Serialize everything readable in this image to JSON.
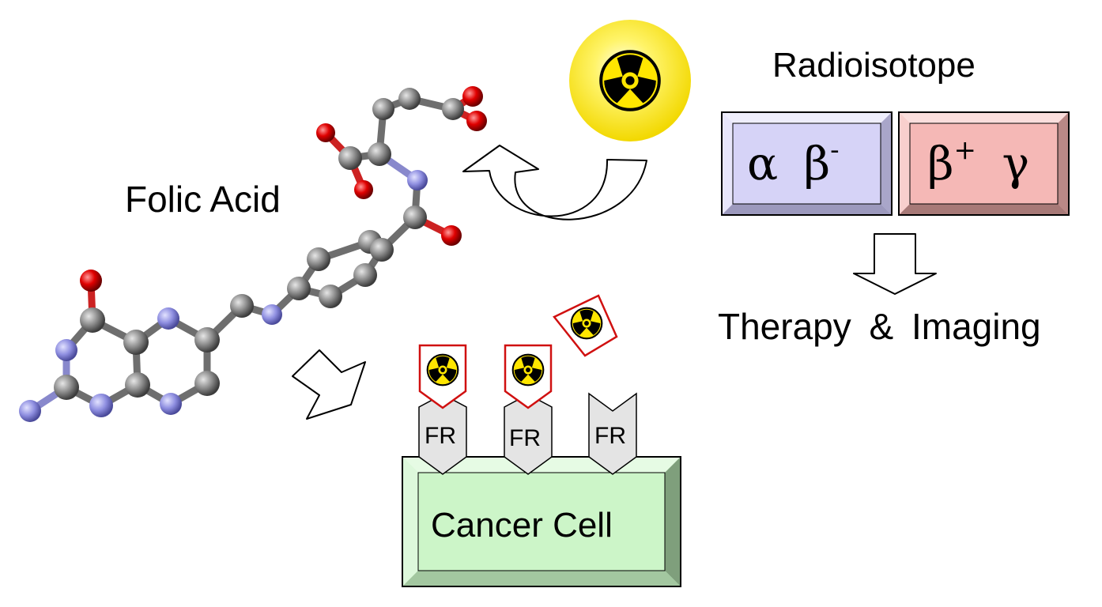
{
  "molecule": {
    "label": "Folic Acid"
  },
  "radioisotope": {
    "label": "Radioisotope",
    "box_left": {
      "symbols": "α β",
      "superscript": "-",
      "color": "#d6d3f7"
    },
    "box_right": {
      "symbols": "β",
      "superscript": "+",
      "symbol2": "γ",
      "color": "#f5b8b6"
    }
  },
  "outcome": {
    "label": "Therapy & Imaging"
  },
  "cell": {
    "label": "Cancer Cell",
    "color": "#ccf5c8"
  },
  "receptors": [
    {
      "label": "FR"
    },
    {
      "label": "FR"
    },
    {
      "label": "FR"
    }
  ],
  "colors": {
    "carbon": "#808080",
    "nitrogen": "#8c8ce0",
    "oxygen": "#dd0000",
    "isotope": "#ffee00"
  },
  "icons": [
    "radiation-icon",
    "arrow-icon",
    "curved-arrow-icon"
  ]
}
